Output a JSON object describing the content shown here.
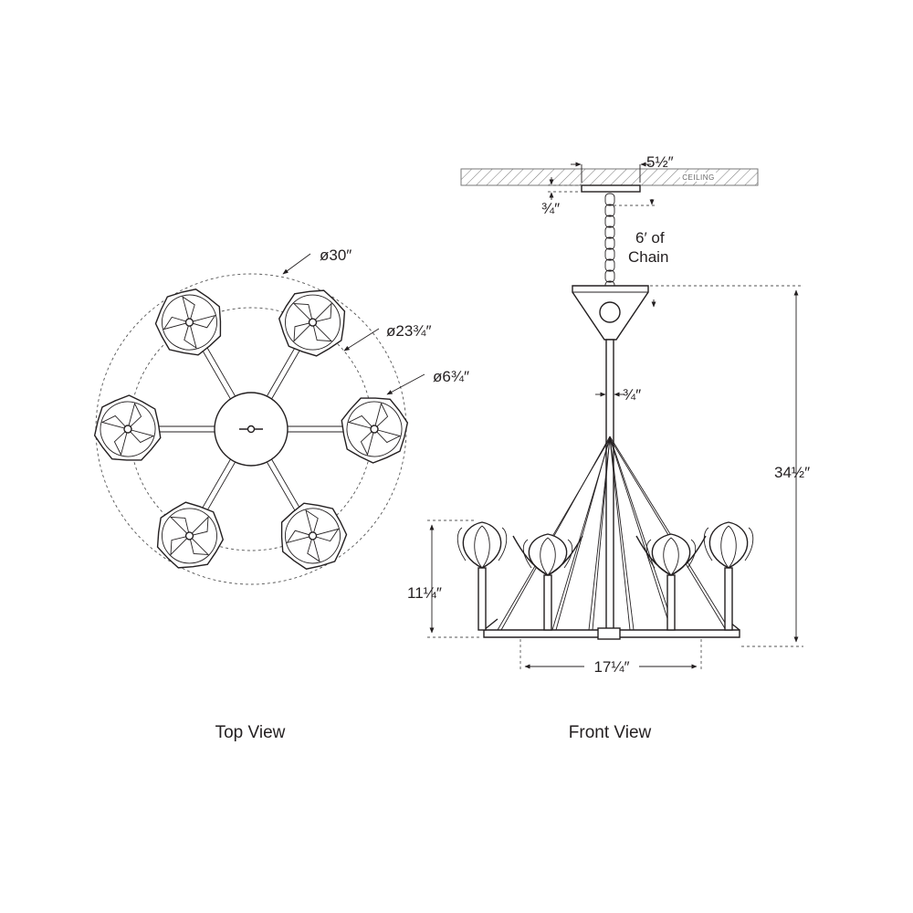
{
  "top_view": {
    "title": "Top View",
    "dim_outer": "ø30″",
    "dim_mid": "ø23¾″",
    "dim_shade": "ø6¾″"
  },
  "front_view": {
    "title": "Front View",
    "canopy_width": "5½″",
    "canopy_height": "¾″",
    "ceiling_label": "CEILING",
    "chain_line1": "6′ of",
    "chain_line2": "Chain",
    "stem_width": "¾″",
    "overall_height": "34½″",
    "body_height": "11¼″",
    "base_width": "17¼″"
  },
  "colors": {
    "line": "#231f20",
    "background": "#ffffff"
  }
}
